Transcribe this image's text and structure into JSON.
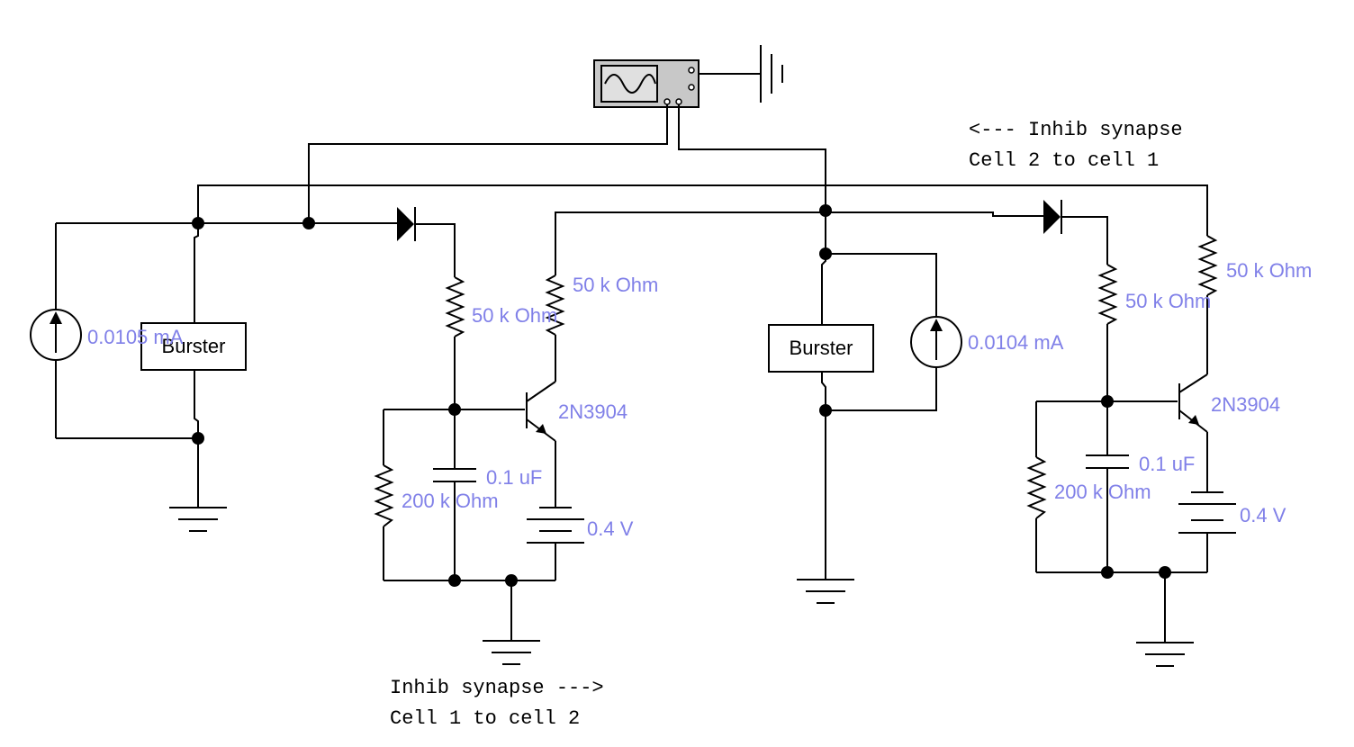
{
  "components": {
    "burster_left": "Burster",
    "burster_middle": "Burster",
    "current_source_left": "0.0105 mA",
    "current_source_middle": "0.0104 mA",
    "resistor_diode_left": "50 k Ohm",
    "resistor_collector_left": "50 k Ohm",
    "resistor_diode_right": "50 k Ohm",
    "resistor_collector_right": "50 k Ohm",
    "resistor_200k_left": "200 k Ohm",
    "resistor_200k_right": "200 k Ohm",
    "capacitor_left": "0.1 uF",
    "capacitor_right": "0.1 uF",
    "transistor_left": "2N3904",
    "transistor_right": "2N3904",
    "battery_left": "0.4 V",
    "battery_right": "0.4 V"
  },
  "notes": {
    "synapse_1_to_2_line1": "Inhib synapse --->",
    "synapse_1_to_2_line2": "Cell 1 to cell 2",
    "synapse_2_to_1_line1": "<--- Inhib synapse",
    "synapse_2_to_1_line2": "Cell 2 to cell 1"
  },
  "instrument": {
    "icon": "oscilloscope-icon"
  }
}
